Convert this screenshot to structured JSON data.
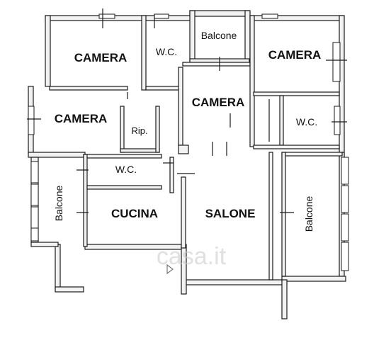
{
  "rooms": {
    "camera_top_left": "CAMERA",
    "wc_top": "W.C.",
    "balcone_top": "Balcone",
    "camera_top_right": "CAMERA",
    "camera_center": "CAMERA",
    "camera_left": "CAMERA",
    "rip": "Rip.",
    "wc_right": "W.C.",
    "wc_center": "W.C.",
    "balcone_left": "Balcone",
    "cucina": "CUCINA",
    "salone": "SALONE",
    "balcone_right": "Balcone"
  },
  "watermark": "casa.it",
  "colors": {
    "wall_fill": "#f2f2f2",
    "line": "#1a1a1a",
    "background": "#ffffff"
  }
}
